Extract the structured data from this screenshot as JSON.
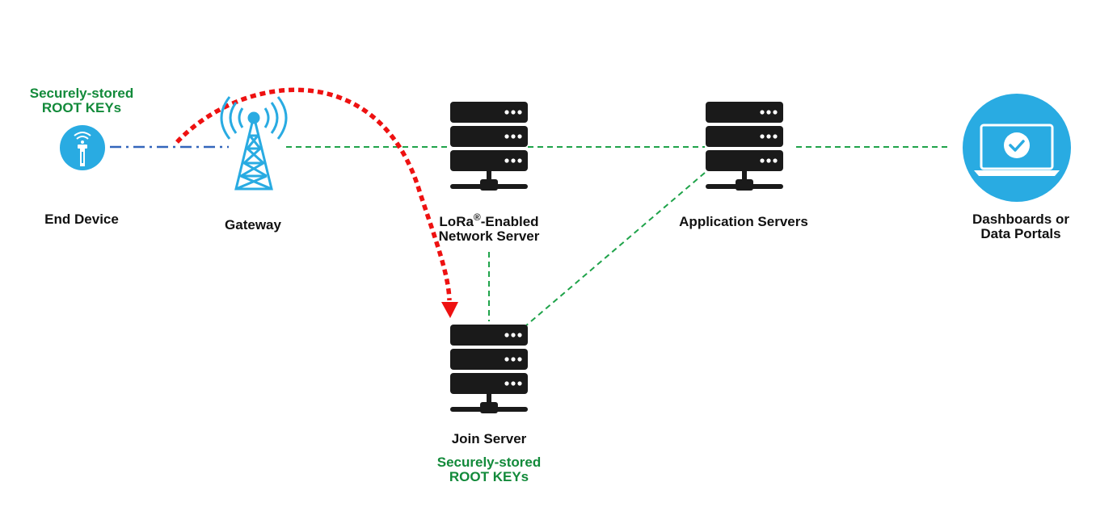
{
  "nodes": {
    "end_device": {
      "label": "End Device",
      "keys_line1": "Securely-stored",
      "keys_line2": "ROOT KEYs"
    },
    "gateway": {
      "label": "Gateway"
    },
    "network_server": {
      "label_prefix": "LoRa",
      "label_mark": "®",
      "label_suffix": "-Enabled",
      "label_line2": "Network Server"
    },
    "application_servers": {
      "label": "Application Servers"
    },
    "dashboards": {
      "label_line1": "Dashboards or",
      "label_line2": "Data Portals"
    },
    "join_server": {
      "label": "Join Server",
      "keys_line1": "Securely-stored",
      "keys_line2": "ROOT KEYs"
    }
  },
  "colors": {
    "link_green": "#1fa34a",
    "radio_link_blue": "#3366bb",
    "join_arrow_red": "#ee1111",
    "icon_blue": "#29abe2",
    "server_black": "#1a1a1a",
    "key_text_green": "#128a3a"
  },
  "icons": {
    "end_device": "wireless-sensor-icon",
    "gateway": "radio-tower-icon",
    "server": "server-rack-icon",
    "dashboard": "laptop-check-icon"
  }
}
